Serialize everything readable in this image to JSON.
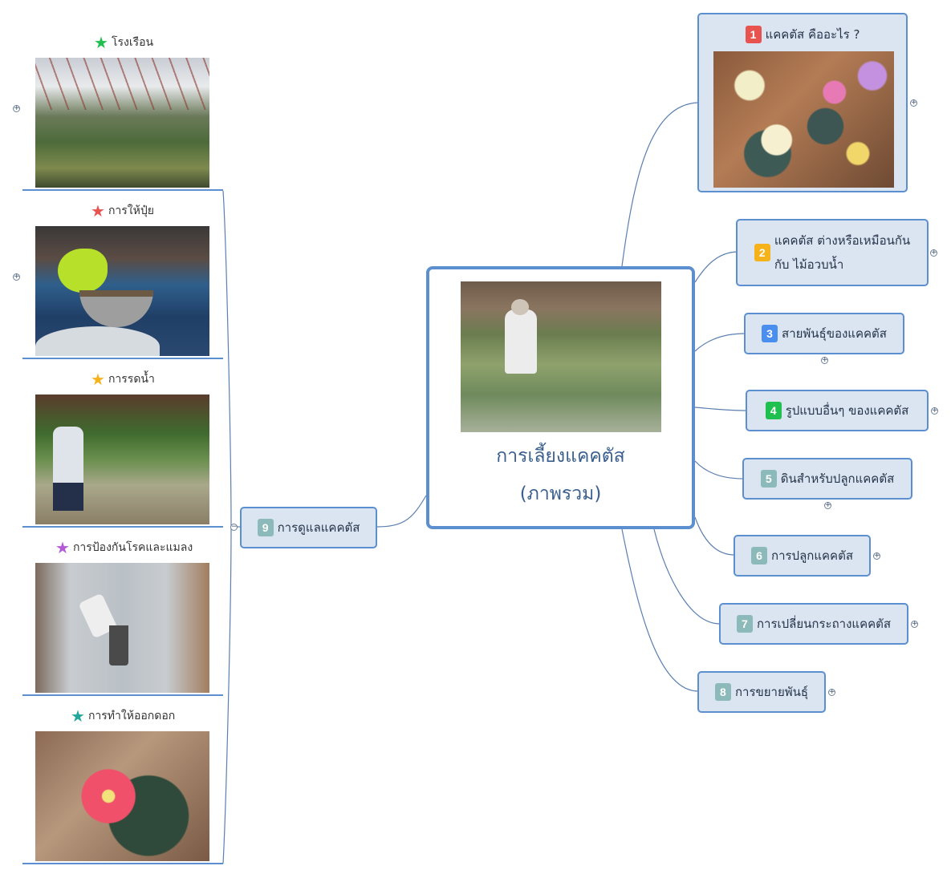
{
  "central": {
    "title_line1": "การเลี้ยงแคคตัส",
    "title_line2": "(ภาพรวม)",
    "image": "man-watering-cactus-greenhouse"
  },
  "branches": [
    {
      "number": "1",
      "label": "แคคตัส คืออะไร ?",
      "badge_color": "#e8534f",
      "image": "astrophytum-cacti-in-pots",
      "collapsed": true
    },
    {
      "number": "2",
      "label_line1": "แคคตัส ต่างหรือเหมือนกัน",
      "label_line2": "กับ ไม้อวบน้ำ",
      "badge_color": "#f5b21b",
      "collapsed": true
    },
    {
      "number": "3",
      "label": "สายพันธุ์ของแคคตัส",
      "badge_color": "#4a8ef0",
      "collapsed": true
    },
    {
      "number": "4",
      "label": "รูปแบบอื่นๆ ของแคคตัส",
      "badge_color": "#1fc04f",
      "collapsed": true
    },
    {
      "number": "5",
      "label": "ดินสำหรับปลูกแคคตัส",
      "badge_color": "#8cb9b9",
      "collapsed": true
    },
    {
      "number": "6",
      "label": "การปลูกแคคตัส",
      "badge_color": "#8cb9b9",
      "collapsed": true
    },
    {
      "number": "7",
      "label": "การเปลี่ยนกระถางแคคตัส",
      "badge_color": "#8cb9b9",
      "collapsed": true
    },
    {
      "number": "8",
      "label": "การขยายพันธุ์",
      "badge_color": "#8cb9b9",
      "collapsed": true
    },
    {
      "number": "9",
      "label": "การดูแลแคคตัส",
      "badge_color": "#8cb9b9",
      "collapsed": false
    }
  ],
  "care_subtopics": [
    {
      "label": "โรงเรือน",
      "star_color": "#1fc04f",
      "image": "greenhouse-interior",
      "collapsed": true
    },
    {
      "label": "การให้ปุ๋ย",
      "star_color": "#e8534f",
      "image": "scooping-fertilizer",
      "collapsed": true
    },
    {
      "label": "การรดน้ำ",
      "star_color": "#f5b21b",
      "image": "woman-watering-cacti",
      "collapsed": false
    },
    {
      "label": "การป้องกันโรคและแมลง",
      "star_color": "#b45ad6",
      "image": "applying-pesticide-to-pot",
      "collapsed": false
    },
    {
      "label": "การทำให้ออกดอก",
      "star_color": "#21a89a",
      "image": "red-cactus-flower",
      "collapsed": false
    }
  ],
  "icons": {
    "expand": "+",
    "collapse": "−",
    "star": "★"
  },
  "colors": {
    "node_fill": "#dbe5f1",
    "node_border": "#5b8fd0",
    "connector": "#5b7fb0"
  }
}
